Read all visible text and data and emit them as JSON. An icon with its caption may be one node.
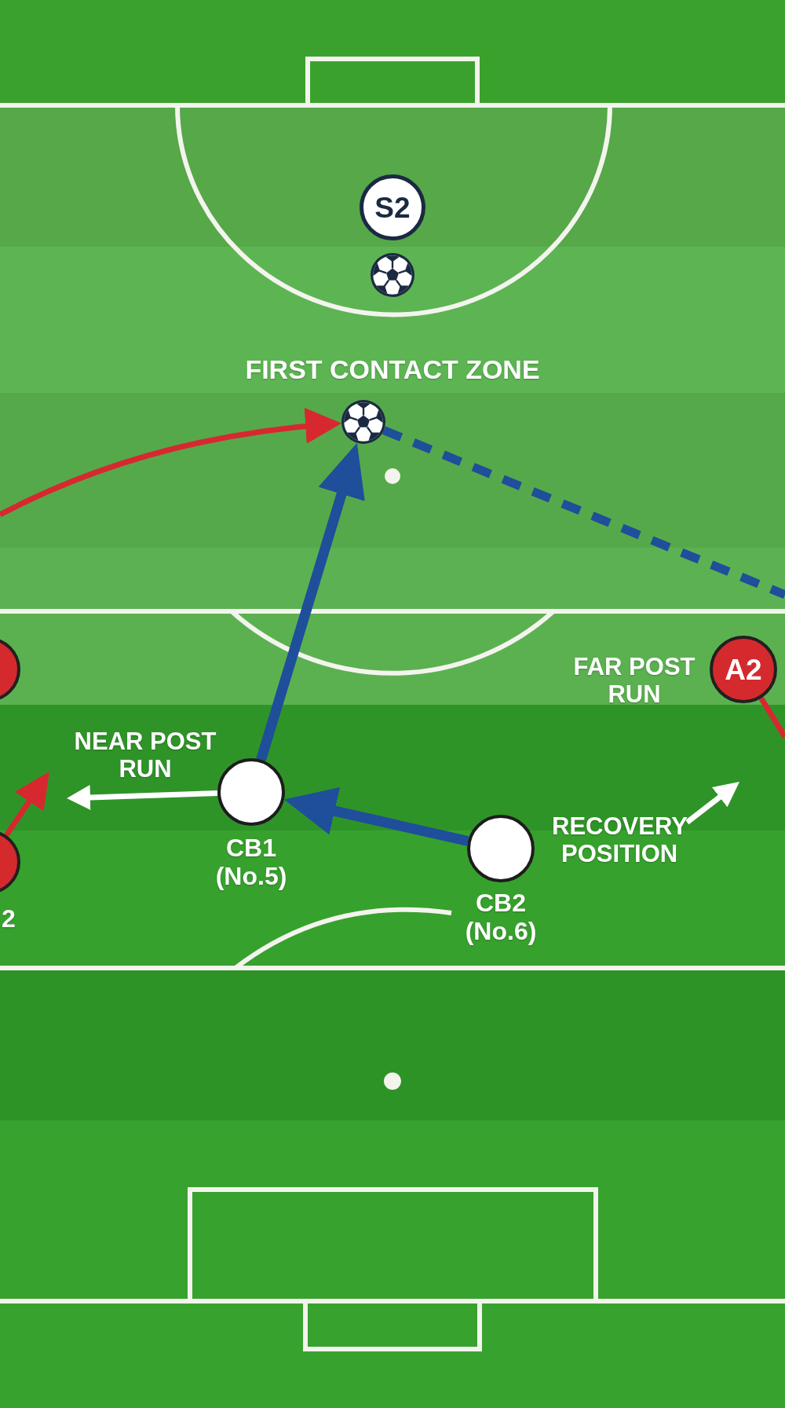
{
  "diagram": {
    "nodes": [
      {
        "text": [
          "S2"
        ]
      },
      {
        "text": [],
        "shape": "picture"
      },
      {
        "text": [],
        "shape": "circle"
      },
      {
        "text": [
          "A2"
        ],
        "beside": [
          "FAR POST RUN"
        ]
      },
      {
        "text": [],
        "shape": "circle",
        "beside": [
          "CB1 (No.5)"
        ]
      },
      {
        "text": [
          "RECOVERY POSITION"
        ]
      },
      {
        "text": [],
        "shape": "circle",
        "beside": [
          "CB2 (No.6)"
        ]
      },
      {
        "text": [],
        "shape": "circle",
        "beside": [
          "2"
        ]
      }
    ],
    "edges": [
      {
        "from": null,
        "to": 1,
        "arrow": "to",
        "color": "#d7282f"
      },
      {
        "from": 1,
        "to": null,
        "arrow": "none",
        "style": "dashed",
        "color": "#1f4e9a"
      },
      {
        "from": 3,
        "to": null,
        "arrow": "none",
        "color": "#d7282f"
      },
      {
        "from": 7,
        "to": null,
        "arrow": "to",
        "color": "#d7282f"
      },
      {
        "from": 4,
        "to": 1,
        "arrow": "to",
        "style": "thick",
        "color": "#1f4e9a"
      },
      {
        "from": 4,
        "to": null,
        "arrow": "to",
        "label": "NEAR POST RUN",
        "color": "#ffffff"
      },
      {
        "from": 6,
        "to": 4,
        "arrow": "to",
        "style": "thick",
        "color": "#1f4e9a"
      },
      {
        "from": 5,
        "to": null,
        "arrow": "to",
        "color": "#ffffff"
      }
    ],
    "labels": [
      "FIRST CONTACT ZONE"
    ]
  }
}
